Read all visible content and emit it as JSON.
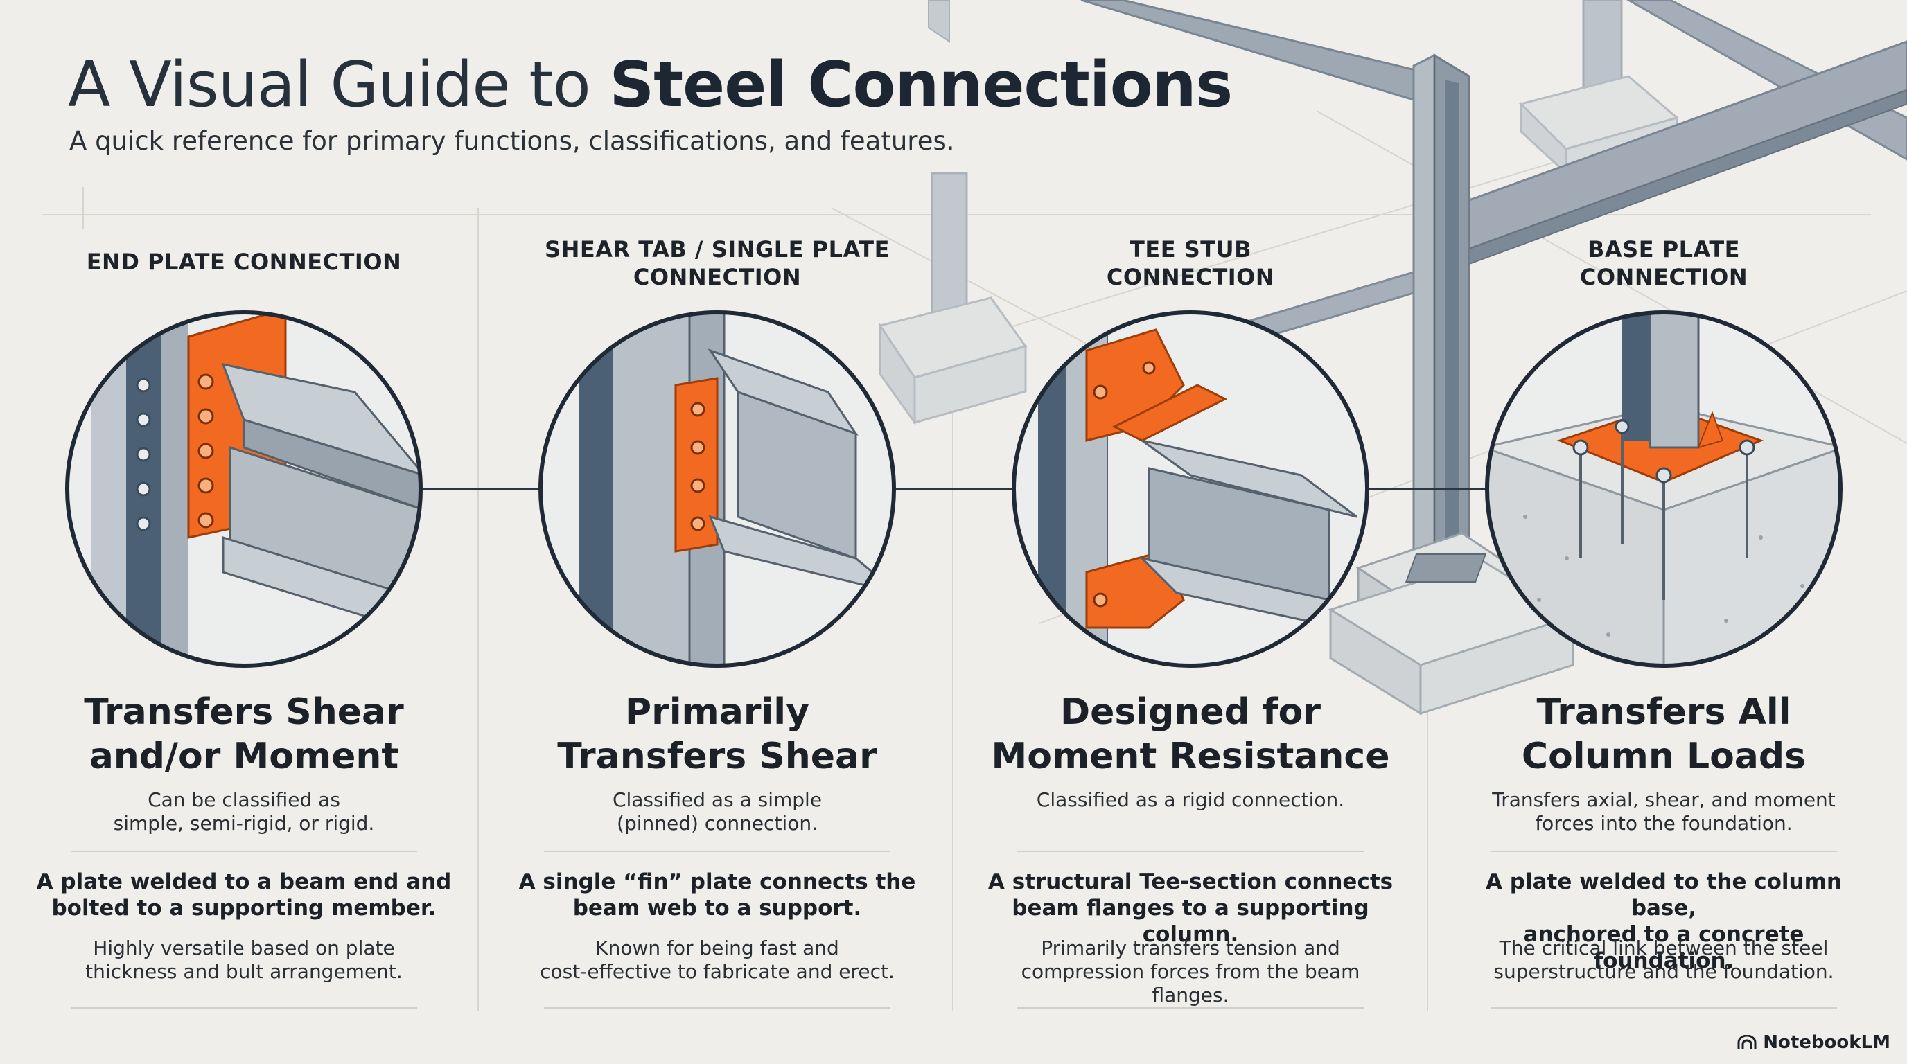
{
  "header": {
    "title_light": "A Visual Guide to ",
    "title_bold": "Steel Connections",
    "subtitle": "A quick reference for primary functions, classifications, and features."
  },
  "connections": [
    {
      "label": "END PLATE CONNECTION",
      "headline": "Transfers Shear\nand/or Moment",
      "classification": "Can be classified as\nsimple, semi-rigid, or rigid.",
      "description": "A plate welded to a beam end and\nbolted to a supporting member.",
      "note": "Highly versatile based on plate\nthickness and bult arrangement."
    },
    {
      "label": "SHEAR TAB / SINGLE PLATE\nCONNECTION",
      "headline": "Primarily\nTransfers Shear",
      "classification": "Classified as a simple\n(pinned) connection.",
      "description": "A single “fin” plate connects the\nbeam web to a support.",
      "note": "Known for being fast and\ncost-effective to fabricate and erect."
    },
    {
      "label": "TEE STUB\nCONNECTION",
      "headline": "Designed for\nMoment Resistance",
      "classification": "Classified as a rigid connection.",
      "description": "A structural Tee-section connects\nbeam flanges to a supporting column.",
      "note": "Primarily transfers tension and\ncompression forces from the beam flanges."
    },
    {
      "label": "BASE PLATE\nCONNECTION",
      "headline": "Transfers All\nColumn Loads",
      "classification": "Transfers axial, shear, and moment\nforces into the foundation.",
      "description": "A plate welded to the column base,\nanchored to a concrete foundation.",
      "note": "The critical link between the steel\nsuperstructure and the foundation."
    }
  ],
  "brand": {
    "name": "NotebookLM",
    "icon": "notebooklm-logo-icon"
  },
  "colors": {
    "background": "#efeeea",
    "steel": "#a7b0ba",
    "steel_dark": "#4a5f73",
    "accent_orange": "#f26a21",
    "outline": "#1f2a36",
    "concrete": "#d9dcdd"
  }
}
